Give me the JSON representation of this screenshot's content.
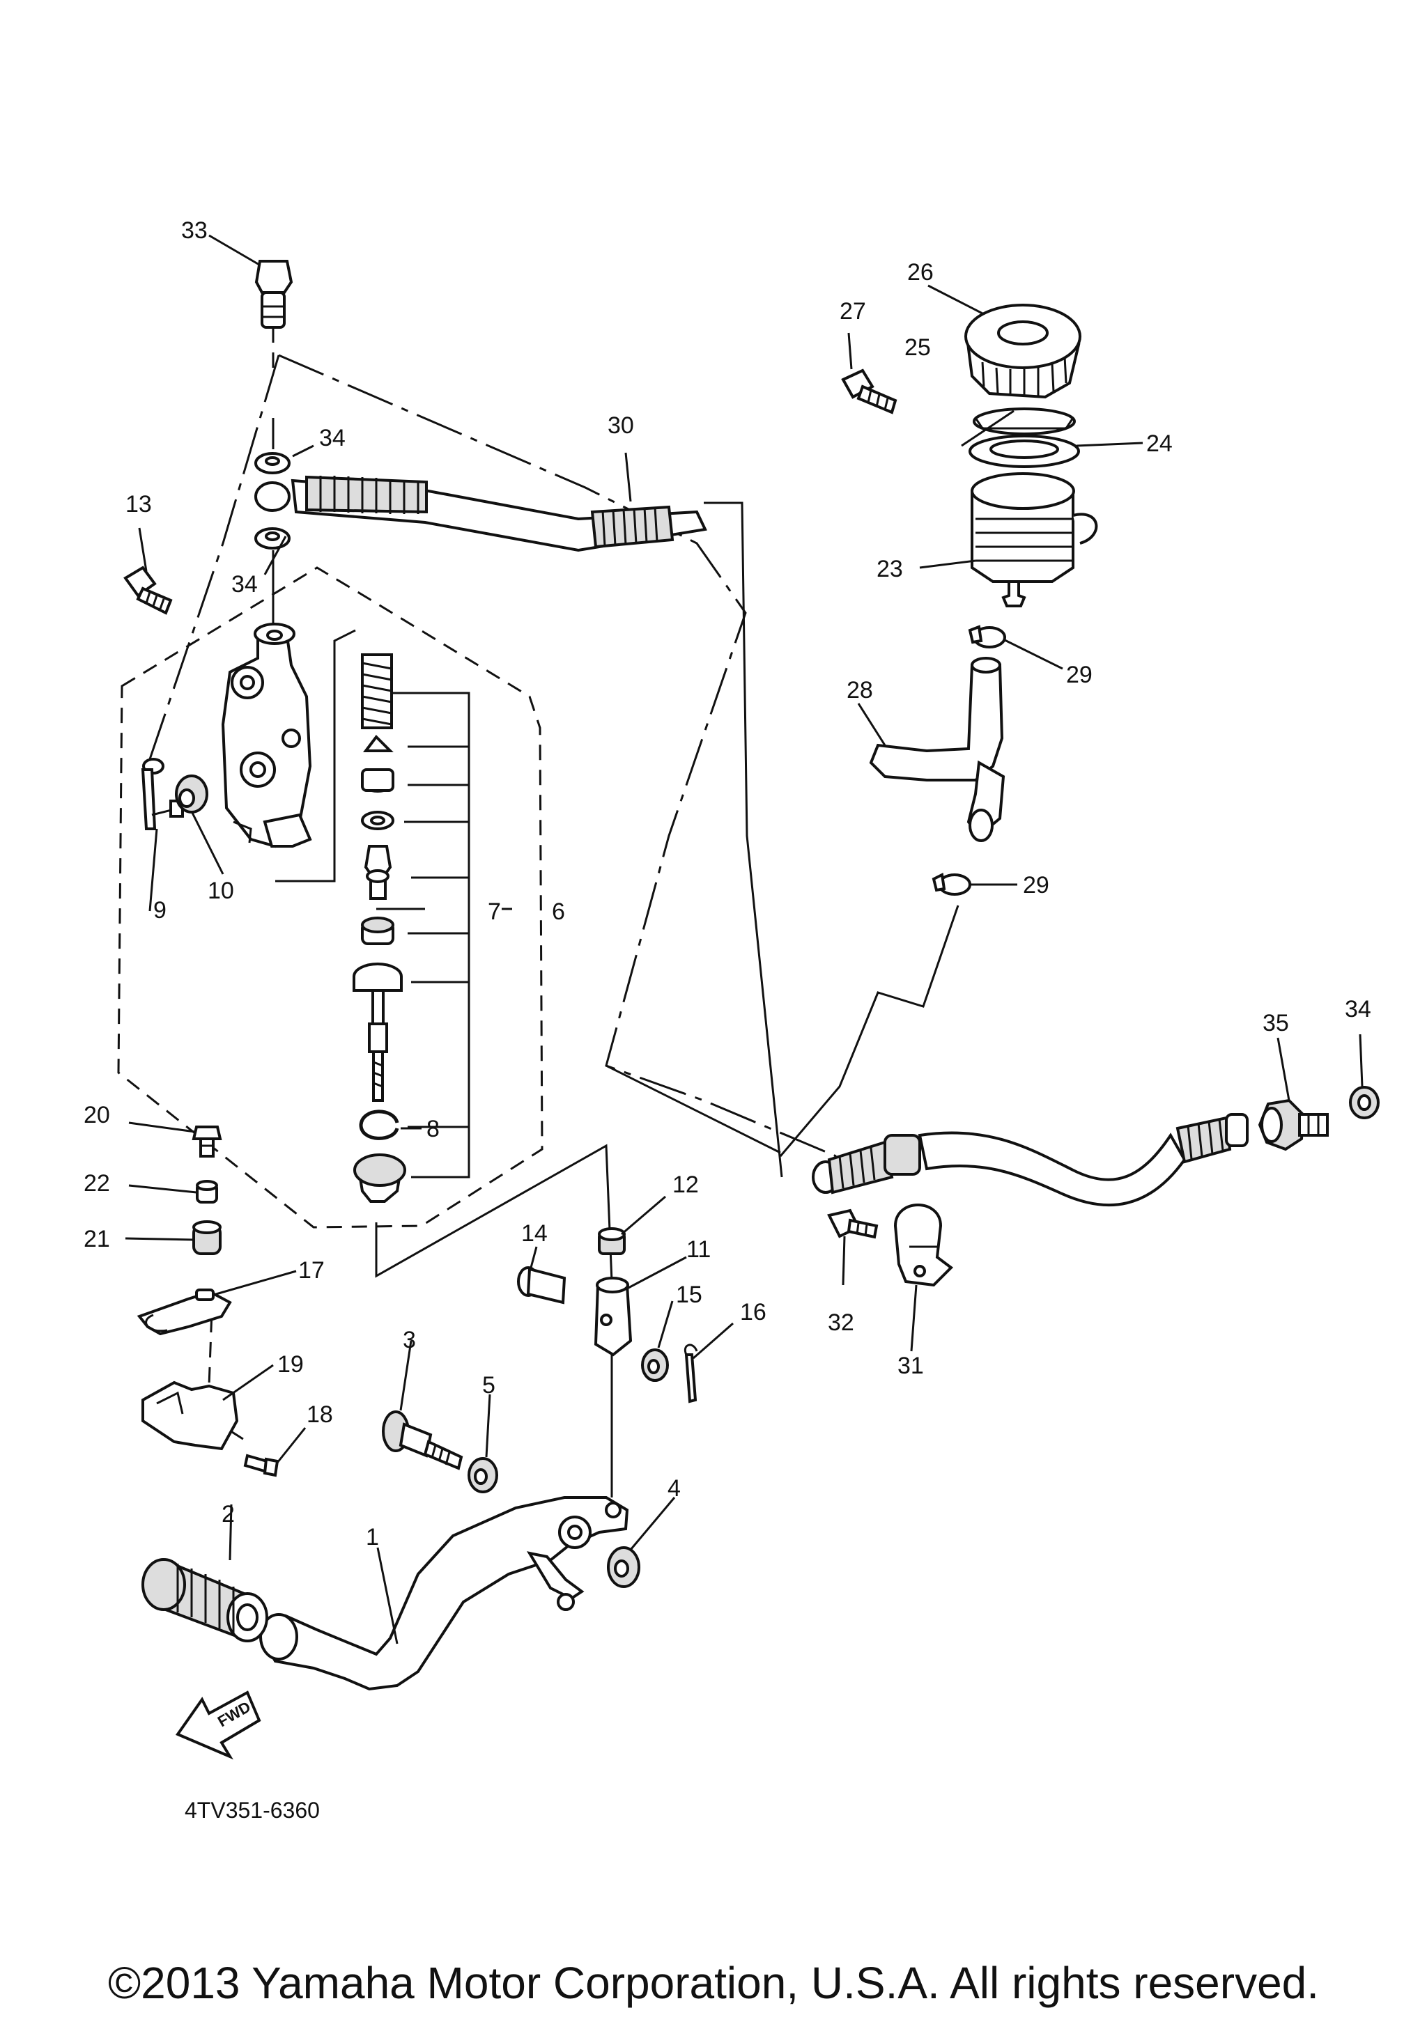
{
  "diagram_code": "4TV351-6360",
  "copyright": "©2013 Yamaha Motor Corporation, U.S.A. All rights reserved.",
  "fwd_label": "FWD",
  "callouts": {
    "c1": "1",
    "c2": "2",
    "c3": "3",
    "c4": "4",
    "c5": "5",
    "c6": "6",
    "c7": "7",
    "c8": "8",
    "c9": "9",
    "c10": "10",
    "c11": "11",
    "c12": "12",
    "c13": "13",
    "c14": "14",
    "c15": "15",
    "c16": "16",
    "c17": "17",
    "c18": "18",
    "c19": "19",
    "c20": "20",
    "c21": "21",
    "c22": "22",
    "c23": "23",
    "c24": "24",
    "c25": "25",
    "c26": "26",
    "c27": "27",
    "c28": "28",
    "c29a": "29",
    "c29b": "29",
    "c30": "30",
    "c31": "31",
    "c32": "32",
    "c33": "33",
    "c34a": "34",
    "c34b": "34",
    "c34c": "34",
    "c35": "35"
  }
}
